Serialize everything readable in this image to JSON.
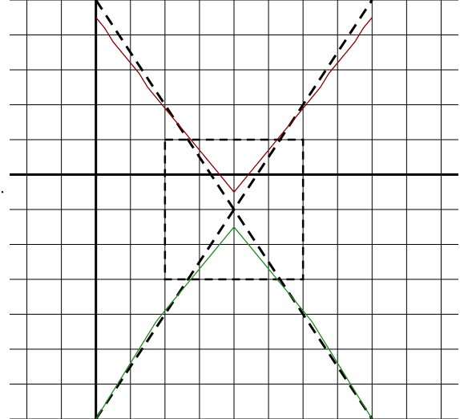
{
  "chart_data": {
    "type": "line",
    "title": "",
    "xlabel": "",
    "ylabel": "",
    "xlim": [
      -2.5,
      10.5
    ],
    "ylim": [
      -7,
      5
    ],
    "grid": true,
    "axes_through_origin": true,
    "tick_labels": [],
    "series": [
      {
        "kind": "hyperbola-upper-branch",
        "color": "#8b0000",
        "style": "solid",
        "equation_params": {
          "h": 4,
          "k": -1,
          "a": 1,
          "b": 1.333
        },
        "x": [
          0,
          0.25,
          0.5,
          0.75,
          1,
          1.25,
          1.5,
          1.75,
          2,
          2.25,
          2.5,
          2.75,
          3,
          3.25,
          3.5,
          3.75,
          4,
          4.25,
          4.5,
          4.75,
          5,
          5.25,
          5.5,
          5.75,
          6,
          6.25,
          6.5,
          6.75,
          7,
          7.25,
          7.5,
          7.75,
          8
        ],
        "y": [
          4.5,
          4.2,
          3.8,
          3.5,
          3.2,
          2.9,
          2.5,
          2.2,
          1.9,
          1.6,
          1.3,
          1.0,
          0.7,
          0.4,
          0.1,
          -0.2,
          -0.5,
          -0.2,
          0.1,
          0.4,
          0.7,
          1.0,
          1.3,
          1.6,
          1.9,
          2.2,
          2.5,
          2.9,
          3.2,
          3.5,
          3.8,
          4.2,
          4.5
        ]
      },
      {
        "kind": "hyperbola-lower-branch",
        "color": "#228b22",
        "style": "solid",
        "equation_params": {
          "h": 4,
          "k": -1,
          "a": 1,
          "b": 1.333
        },
        "x": [
          0,
          0.25,
          0.5,
          0.75,
          1,
          1.25,
          1.5,
          1.75,
          2,
          2.25,
          2.5,
          2.75,
          3,
          3.25,
          3.5,
          3.75,
          4,
          4.25,
          4.5,
          4.75,
          5,
          5.25,
          5.5,
          5.75,
          6,
          6.25,
          6.5,
          6.75,
          7,
          7.25,
          7.5,
          7.75,
          8
        ],
        "y": [
          -7,
          -6.6,
          -6.2,
          -5.8,
          -5.4,
          -5.0,
          -4.6,
          -4.2,
          -3.9,
          -3.6,
          -3.3,
          -3.0,
          -2.7,
          -2.4,
          -2.1,
          -1.8,
          -1.5,
          -1.8,
          -2.1,
          -2.4,
          -2.7,
          -3.0,
          -3.3,
          -3.6,
          -3.9,
          -4.2,
          -4.6,
          -5.0,
          -5.4,
          -5.8,
          -6.2,
          -6.6,
          -7
        ]
      },
      {
        "kind": "asymptote",
        "color": "#000000",
        "style": "dashed",
        "x": [
          0,
          8
        ],
        "y": [
          5,
          -7
        ]
      },
      {
        "kind": "asymptote",
        "color": "#000000",
        "style": "dashed",
        "x": [
          0,
          8
        ],
        "y": [
          -7,
          5
        ]
      }
    ],
    "box": {
      "color": "#000000",
      "style": "dashed",
      "x": [
        2,
        6
      ],
      "y": [
        -3,
        1
      ]
    }
  }
}
